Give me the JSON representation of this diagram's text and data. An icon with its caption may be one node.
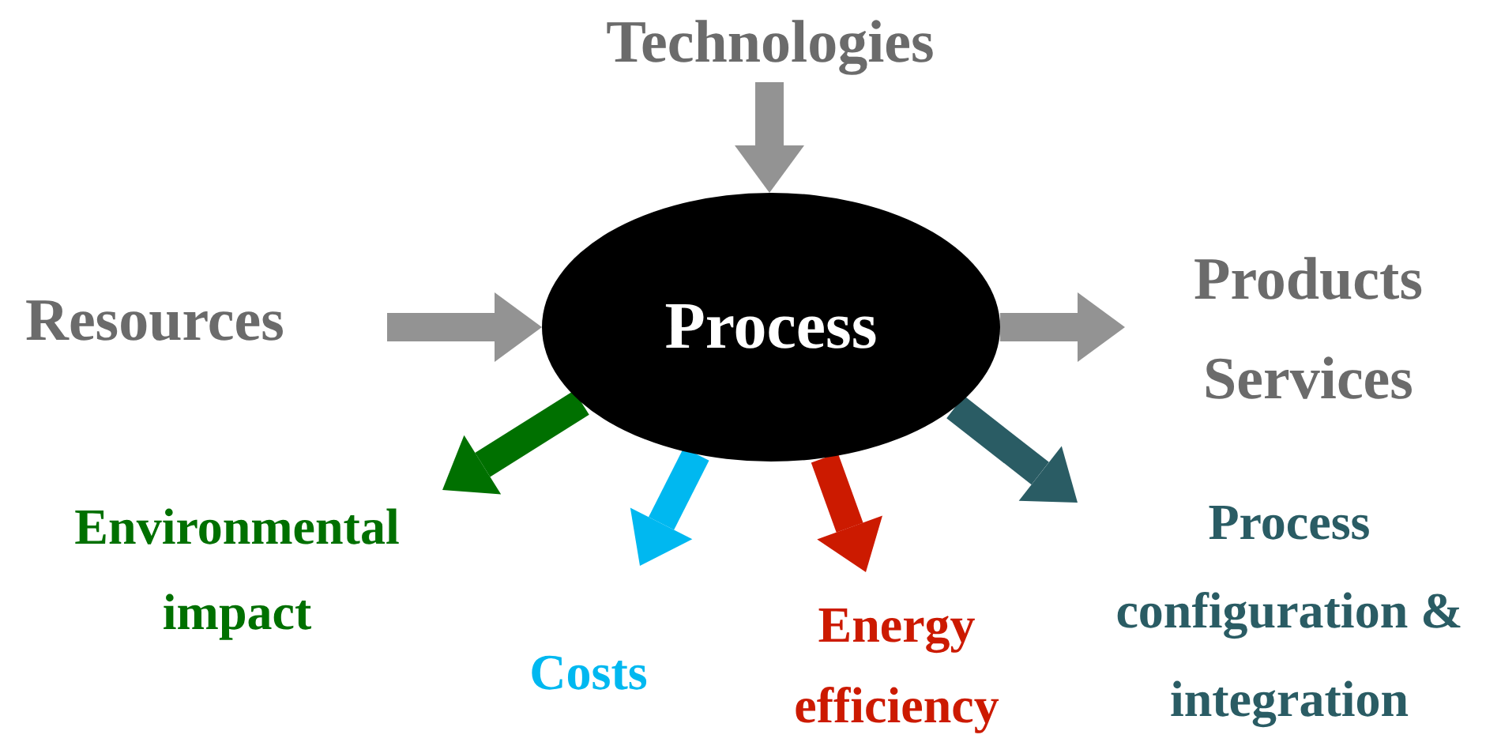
{
  "diagram": {
    "nodes": [
      {
        "text": [
          "Technologies"
        ]
      },
      {
        "text": [
          "Resources"
        ]
      },
      {
        "text": [
          "Process"
        ]
      },
      {
        "text": [
          "Products Services"
        ]
      },
      {
        "text": [
          "Environmental impact"
        ]
      },
      {
        "text": [
          "Costs"
        ]
      },
      {
        "text": [
          "Energy efficiency"
        ]
      },
      {
        "text": [
          "Process configuration & integration"
        ]
      }
    ],
    "edges": [
      {
        "from": 0,
        "to": 2,
        "arrow": "to"
      },
      {
        "from": 1,
        "to": 2,
        "arrow": "to"
      },
      {
        "from": 2,
        "to": 3,
        "arrow": "to"
      },
      {
        "from": 2,
        "to": 4,
        "arrow": "to",
        "color": "#007000"
      },
      {
        "from": 2,
        "to": 5,
        "arrow": "to",
        "color": "#00b8f0"
      },
      {
        "from": 2,
        "to": 6,
        "arrow": "to",
        "color": "#cc1a00"
      },
      {
        "from": 2,
        "to": 7,
        "arrow": "to",
        "color": "#2a5c64"
      }
    ]
  }
}
